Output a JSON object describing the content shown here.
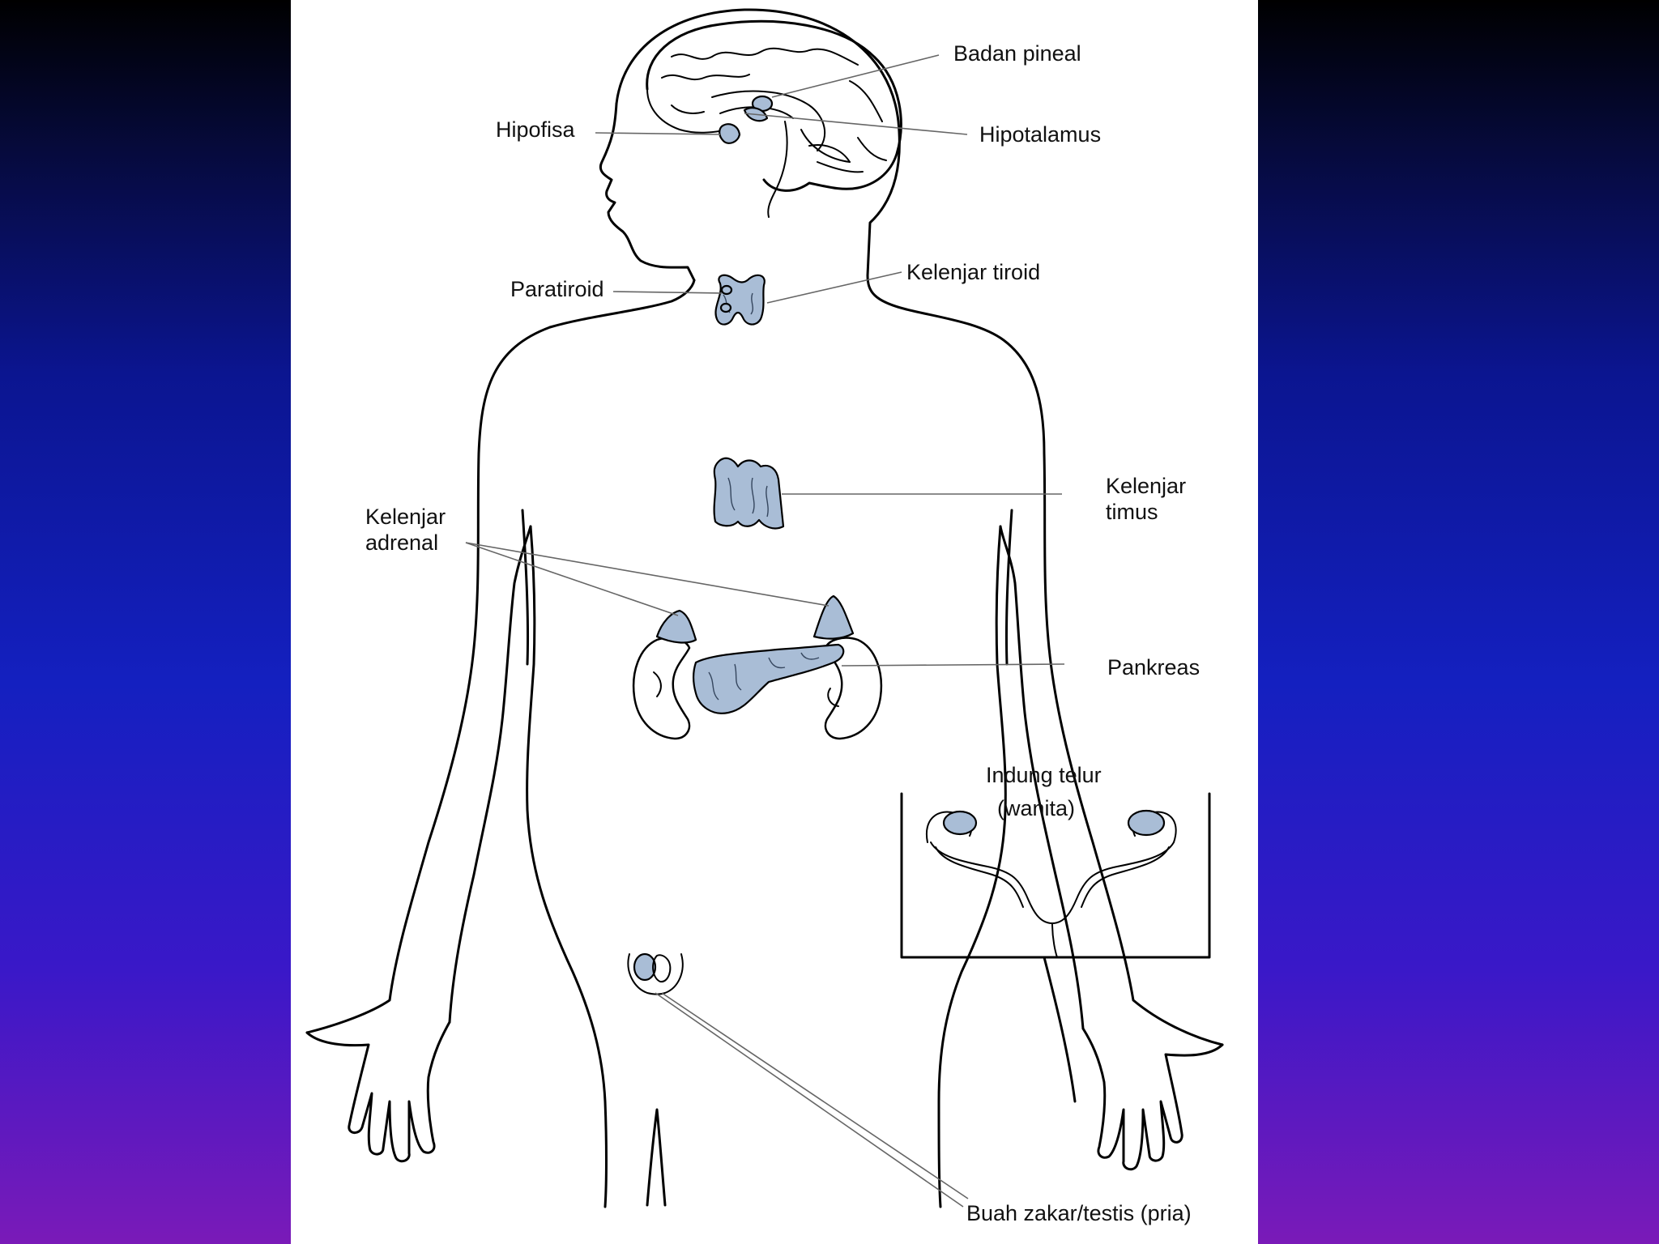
{
  "labels": {
    "badan_pineal": "Badan pineal",
    "hipofisa": "Hipofisa",
    "hipotalamus": "Hipotalamus",
    "paratiroid": "Paratiroid",
    "kelenjar_tiroid": "Kelenjar tiroid",
    "kelenjar_timus_1": "Kelenjar",
    "kelenjar_timus_2": "timus",
    "kelenjar_adrenal_1": "Kelenjar",
    "kelenjar_adrenal_2": "adrenal",
    "pankreas": "Pankreas",
    "indung_telur_1": "Indung telur",
    "indung_telur_2": "(wanita)",
    "buah_zakar": "Buah zakar/testis  (pria)"
  },
  "colors": {
    "gland_fill": "#a9bdd6",
    "panel": "#ffffff",
    "background_top": "#000000",
    "background_mid": "#1420c0",
    "background_bottom": "#7a1ab8"
  }
}
